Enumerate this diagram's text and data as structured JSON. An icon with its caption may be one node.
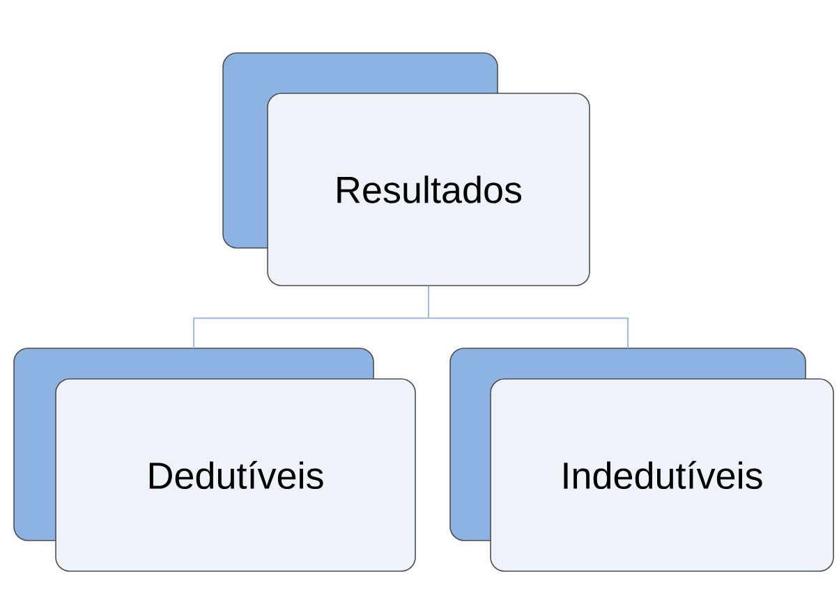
{
  "diagram": {
    "nodes": [
      {
        "text": [
          "Resultados"
        ]
      },
      {
        "text": [
          "Dedutíveis"
        ]
      },
      {
        "text": [
          "Indedutíveis"
        ]
      }
    ],
    "edges": [
      {
        "from": 0,
        "to": 1,
        "arrow": "none"
      },
      {
        "from": 0,
        "to": 2,
        "arrow": "none"
      }
    ]
  }
}
